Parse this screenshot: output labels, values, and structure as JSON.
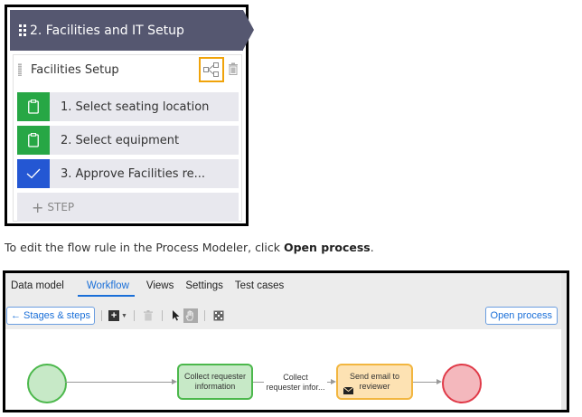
{
  "stage_card": {
    "header_title": "2.  Facilities and IT Setup",
    "process_title": "Facilities Setup",
    "steps": [
      {
        "label": "1.  Select seating location",
        "icon": "clipboard-icon",
        "color": "#27a745"
      },
      {
        "label": "2.  Select equipment",
        "icon": "clipboard-icon",
        "color": "#27a745"
      },
      {
        "label": "3.  Approve Facilities re...",
        "icon": "check-icon",
        "color": "#2457d3"
      }
    ],
    "add_step_plus": "+",
    "add_step_label": "STEP",
    "colors": {
      "header": "#555770",
      "highlight": "#f0a30a"
    }
  },
  "instruction": {
    "prefix": "To edit the flow rule in the Process Modeler, click ",
    "bold": "Open process",
    "suffix": "."
  },
  "workflow_panel": {
    "tabs": [
      {
        "label": "Data model",
        "active": false
      },
      {
        "label": "Workflow",
        "active": true
      },
      {
        "label": "Views",
        "active": false
      },
      {
        "label": "Settings",
        "active": false
      },
      {
        "label": "Test cases",
        "active": false
      }
    ],
    "back_button": "← Stages & steps",
    "open_process_button": "Open process",
    "toolbar_icons": [
      "add-shape-icon",
      "delete-icon",
      "pointer-icon",
      "hand-pan-icon",
      "fit-zoom-icon"
    ],
    "flow": {
      "task1": {
        "line1": "Collect requester",
        "line2": "information"
      },
      "connector_label": {
        "line1": "Collect",
        "line2": "requester infor..."
      },
      "task2": {
        "line1": "Send email to",
        "line2": "reviewer"
      }
    },
    "colors": {
      "accent": "#1a6fd8",
      "start": "#4cb84c",
      "end": "#e03a48",
      "email_task": "#f2b640"
    }
  }
}
